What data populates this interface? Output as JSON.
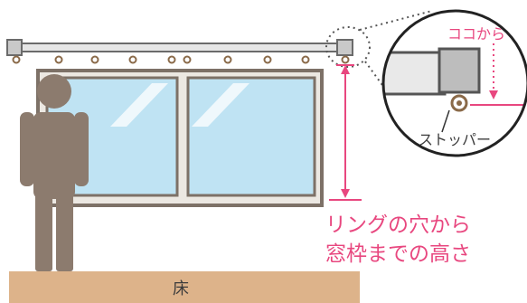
{
  "labels": {
    "measure_line1": "リングの穴から",
    "measure_line2": "窓枠までの高さ",
    "zoom_here": "ココから",
    "stopper": "ストッパー",
    "floor": "床"
  },
  "colors": {
    "accent_pink": "#e8477f",
    "rail": "#e6e6e6",
    "rail_edge": "#6b6b6b",
    "ring": "#8a6a49",
    "window_frame": "#7d7167",
    "window_frame_light": "#ece8e2",
    "glass": "#bfe3f3",
    "person": "#8c7b6e",
    "floor": "#ddb38a"
  },
  "icons": {
    "person": "person-silhouette-icon",
    "zoom": "magnifier-circle-icon"
  }
}
